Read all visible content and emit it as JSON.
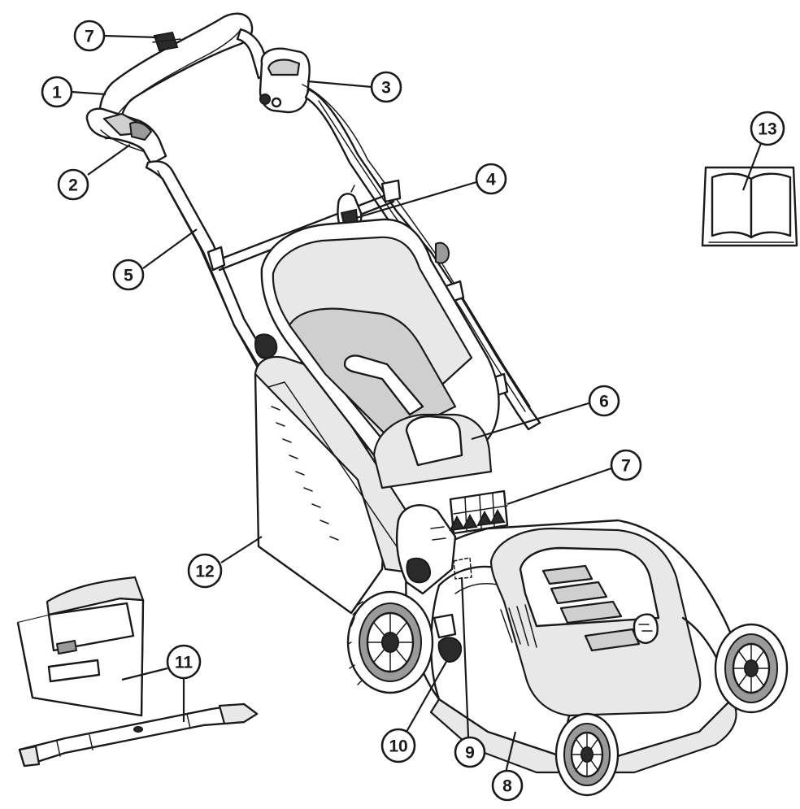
{
  "callouts": [
    {
      "id": "c1",
      "label": "1"
    },
    {
      "id": "c2",
      "label": "2"
    },
    {
      "id": "c3",
      "label": "3"
    },
    {
      "id": "c4",
      "label": "4"
    },
    {
      "id": "c5",
      "label": "5"
    },
    {
      "id": "c6",
      "label": "6"
    },
    {
      "id": "c7a",
      "label": "7"
    },
    {
      "id": "c7b",
      "label": "7"
    },
    {
      "id": "c8",
      "label": "8"
    },
    {
      "id": "c9",
      "label": "9"
    },
    {
      "id": "c10",
      "label": "10"
    },
    {
      "id": "c11",
      "label": "11"
    },
    {
      "id": "c12",
      "label": "12"
    },
    {
      "id": "c13",
      "label": "13"
    }
  ]
}
